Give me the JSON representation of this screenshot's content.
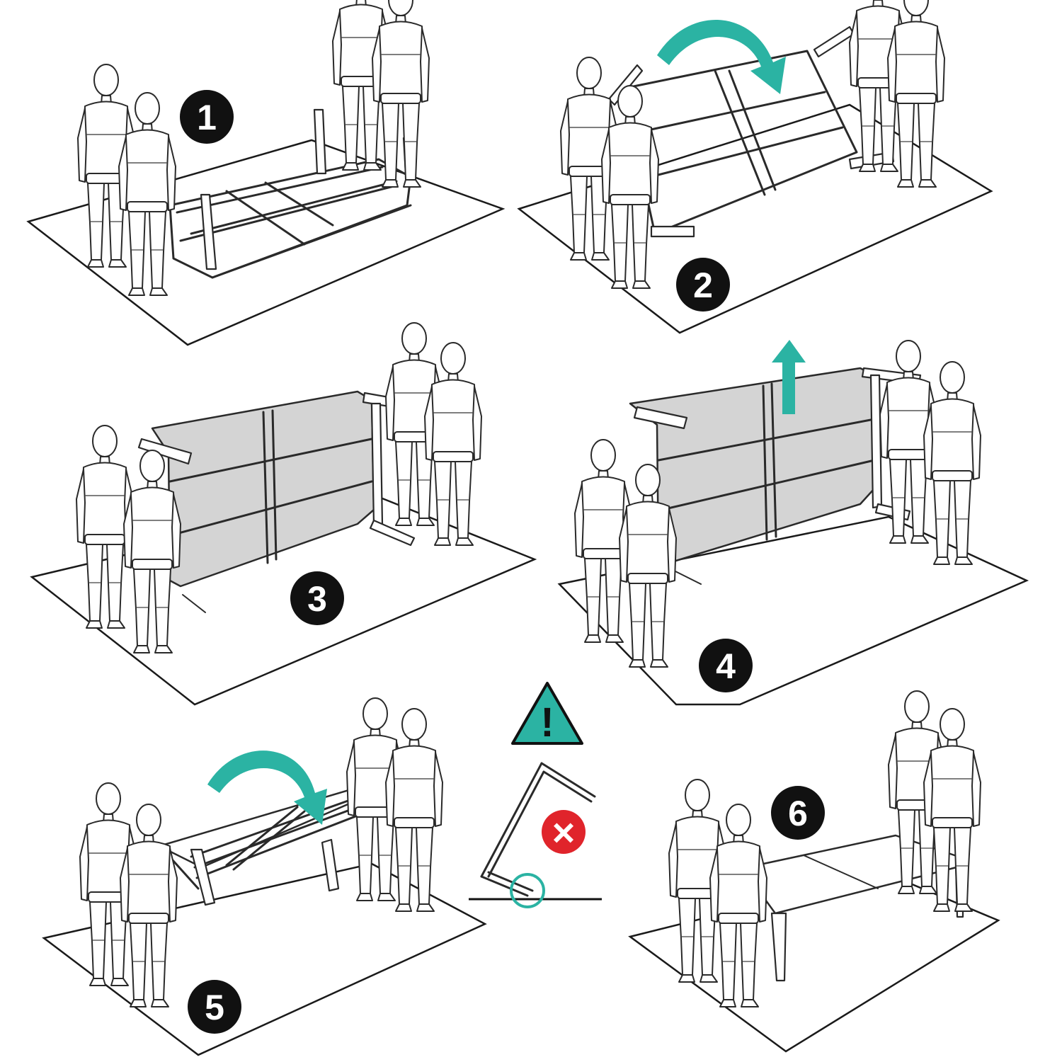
{
  "steps": [
    {
      "number": "1"
    },
    {
      "number": "2"
    },
    {
      "number": "3"
    },
    {
      "number": "4"
    },
    {
      "number": "5"
    },
    {
      "number": "6"
    }
  ],
  "colors": {
    "accent": "#2bb3a3",
    "error": "#e0242b",
    "badge": "#111111",
    "panel": "#d4d4d4"
  },
  "warning": {
    "symbol": "!",
    "error_symbol": "×"
  },
  "icons": [
    "rotate-arrow-icon",
    "lift-arrow-icon",
    "warning-triangle-icon",
    "error-x-icon",
    "highlight-circle-icon"
  ]
}
